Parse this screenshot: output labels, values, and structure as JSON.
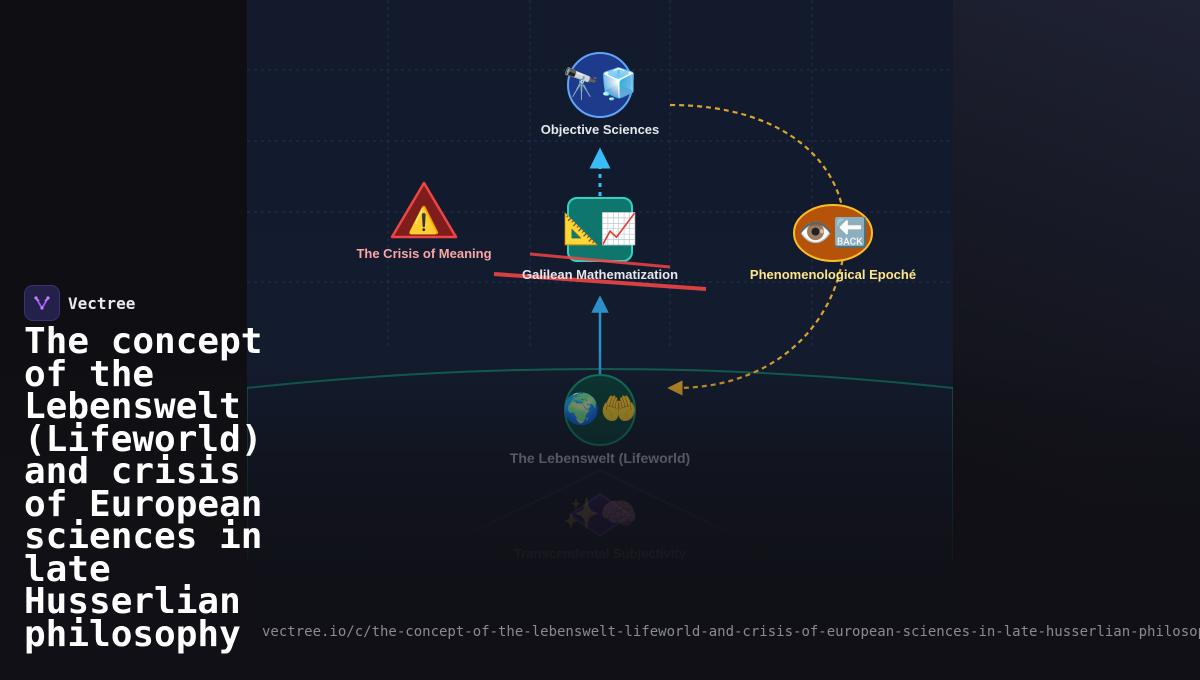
{
  "brand": {
    "name": "Vectree"
  },
  "title": "The concept of the Lebenswelt (Lifeworld) and crisis of European sciences in late Husserlian philosophy",
  "url": "vectree.io/c/the-concept-of-the-lebenswelt-lifeworld-and-crisis-of-european-sciences-in-late-husserlian-philosophy",
  "diagram": {
    "colors": {
      "grid": "#2b3a55",
      "positive": "#38bdf8",
      "critique": "#fbbf24",
      "crisis": "#ef4444",
      "lifeworld": "#10b981"
    },
    "nodes": {
      "objective_sciences": {
        "label": "Objective Sciences",
        "icon": "🔭🧊",
        "icon_name": "telescope-cube-icon",
        "color": "#e5e7eb",
        "fill": "#1e3a8a",
        "stroke": "#60a5fa"
      },
      "galilean": {
        "label": "Galilean Mathematization",
        "icon": "📐📈",
        "icon_name": "ruler-chart-icon",
        "color": "#e5e7eb",
        "fill": "#0f766e",
        "stroke": "#2dd4bf"
      },
      "crisis": {
        "label": "The Crisis of Meaning",
        "icon": "⚠️",
        "icon_name": "warning-icon",
        "color": "#fca5a5",
        "fill": "#7f1d1d",
        "stroke": "#ef4444"
      },
      "epoche": {
        "label": "Phenomenological Epoché",
        "icon": "👁️🔙",
        "icon_name": "eye-back-icon",
        "color": "#fde68a",
        "fill": "#b45309",
        "stroke": "#fbbf24"
      },
      "lebenswelt": {
        "label": "The Lebenswelt (Lifeworld)",
        "icon": "🌍🤲",
        "icon_name": "globe-hands-icon",
        "color": "#d1d5db",
        "fill": "#064e3b",
        "stroke": "#10b981"
      },
      "transcendental": {
        "label": "Transcendental Subjectivity",
        "icon": "✨🧠",
        "icon_name": "sparkles-brain-icon",
        "color": "#9ca3af",
        "fill": "#4c1d95",
        "stroke": "#8b5cf6"
      }
    }
  }
}
